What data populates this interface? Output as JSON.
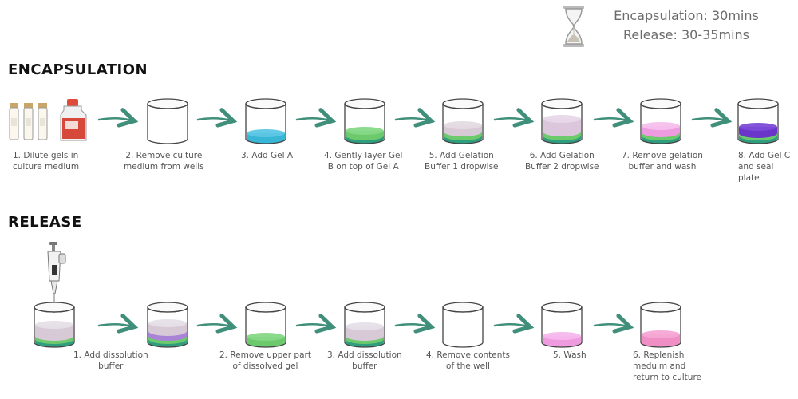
{
  "timer": {
    "encapsulation": "Encapsulation: 30mins",
    "release": "Release: 30-35mins"
  },
  "encapsulation": {
    "title": "ENCAPSULATION",
    "steps": [
      {
        "label": "1. Dilute gels in\nculture medium"
      },
      {
        "label": "2. Remove culture\nmedium from wells"
      },
      {
        "label": "3. Add Gel A"
      },
      {
        "label": "4. Gently layer Gel\nB on top of Gel A"
      },
      {
        "label": "5. Add Gelation\nBuffer 1 dropwise"
      },
      {
        "label": "6. Add Gelation\nBuffer 2 dropwise"
      },
      {
        "label": "7. Remove gelation\nbuffer and wash"
      },
      {
        "label": "8. Add Gel C\nand seal\nplate"
      }
    ]
  },
  "release": {
    "title": "RELEASE",
    "steps": [
      {
        "label": "1. Add dissolution\nbuffer"
      },
      {
        "label": "2. Remove upper part\nof dissolved gel"
      },
      {
        "label": "3. Add dissolution\nbuffer"
      },
      {
        "label": "4.  Remove contents\nof the well"
      },
      {
        "label": "5. Wash"
      },
      {
        "label": "6. Replenish\nmeduim and\nreturn to culture"
      }
    ]
  },
  "colors": {
    "arrow": "#3f8f7a",
    "gel_a": "#38b6d6",
    "gel_b": "#6cc96c",
    "gel_teal": "#2f9e7e",
    "buffer1": "#d7c9d6",
    "buffer2": "#dcc6dc",
    "wash_pink": "#ee9be0",
    "gel_c": "#6a35c8",
    "dissolve_purple": "#a883d8",
    "medium_pink": "#f08ec6"
  }
}
